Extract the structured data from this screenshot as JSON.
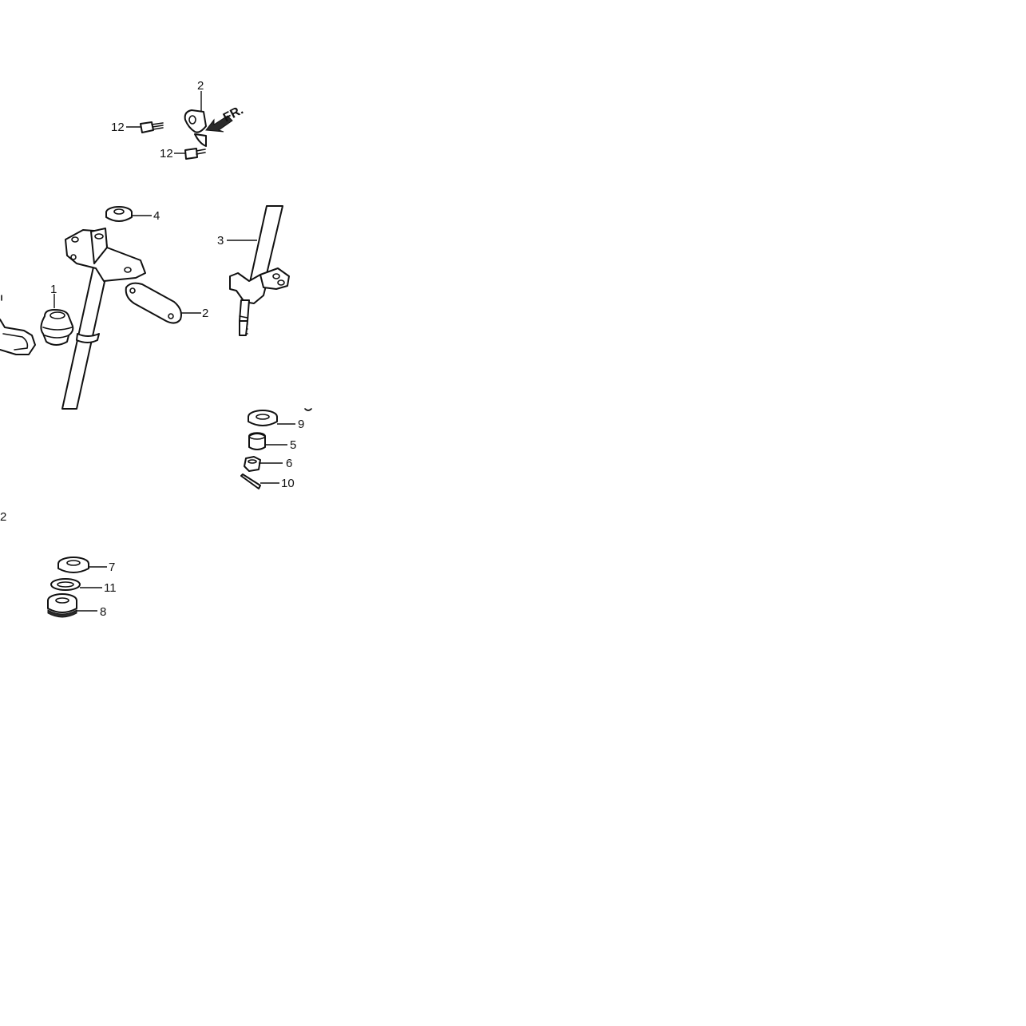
{
  "callouts": {
    "c1": "1",
    "c2_top": "2",
    "c2_side": "2",
    "c2_left": "2",
    "c3": "3",
    "c4": "4",
    "c5": "5",
    "c6": "6",
    "c7": "7",
    "c8": "8",
    "c9": "9",
    "c10": "10",
    "c11": "11",
    "c12_upper": "12",
    "c12_lower": "12"
  },
  "direction_label": "FR.",
  "icons": {
    "direction_arrow": "front-arrow-icon"
  },
  "colors": {
    "line": "#111111",
    "background": "#ffffff"
  }
}
